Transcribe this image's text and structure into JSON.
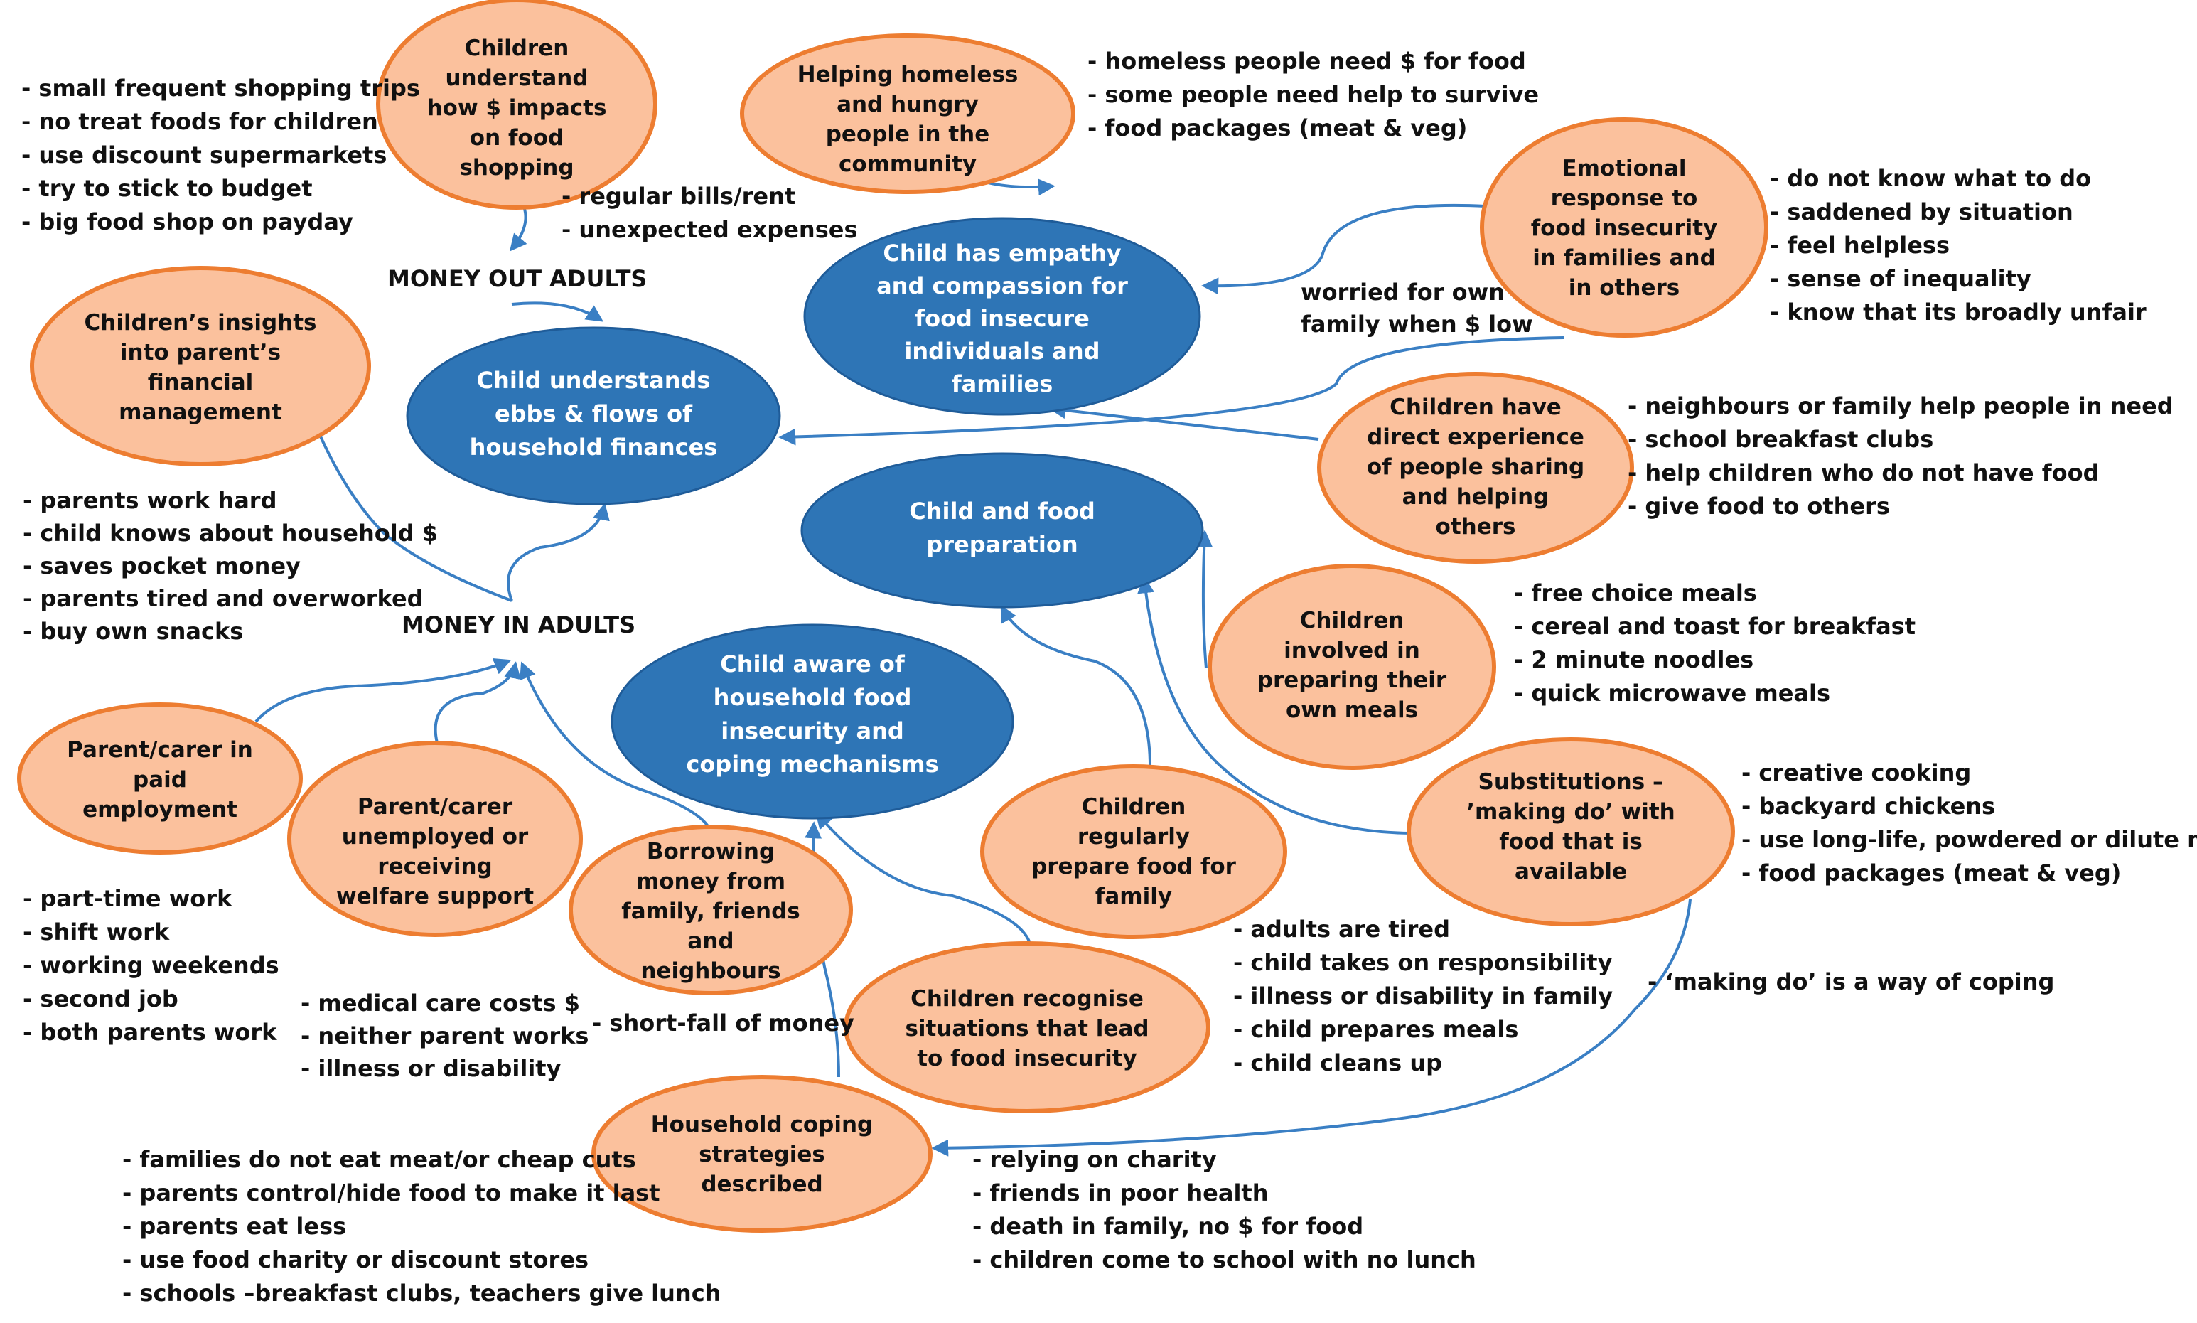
{
  "nodes": {
    "children_understand_money": [
      "Children",
      "understand",
      "how $ impacts",
      "on food",
      "shopping"
    ],
    "helping_homeless": [
      "Helping homeless",
      "and hungry",
      "people in the",
      "community"
    ],
    "emotional_response": [
      "Emotional",
      "response to",
      "food insecurity",
      "in families and",
      "in others"
    ],
    "childrens_insights": [
      "Children’s insights",
      "into parent’s",
      "financial",
      "management"
    ],
    "direct_experience": [
      "Children have",
      "direct experience",
      "of people sharing",
      "and helping",
      "others"
    ],
    "involved_preparing": [
      "Children",
      "involved in",
      "preparing their",
      "own meals"
    ],
    "substitutions": [
      "Substitutions –",
      "’making do’ with",
      "food that is",
      "available"
    ],
    "regularly_prepare": [
      "Children",
      "regularly",
      "prepare food for",
      "family"
    ],
    "parent_paid": [
      "Parent/carer in",
      "paid",
      "employment"
    ],
    "parent_unemployed": [
      "Parent/carer",
      "unemployed or",
      "receiving",
      "welfare support"
    ],
    "borrowing": [
      "Borrowing",
      "money from",
      "family, friends",
      "and",
      "neighbours"
    ],
    "recognise_situations": [
      "Children recognise",
      "situations that lead",
      "to  food insecurity"
    ],
    "household_coping": [
      "Household coping",
      "strategies",
      "described"
    ],
    "empathy": [
      "Child has empathy",
      "and  compassion for",
      "food insecure",
      "individuals and",
      "families"
    ],
    "ebbs_flows": [
      "Child understands",
      "ebbs & flows of",
      "household finances"
    ],
    "food_preparation": [
      "Child and food",
      "preparation"
    ],
    "aware_insecurity": [
      "Child aware of",
      "household food",
      "insecurity and",
      "coping mechanisms"
    ]
  },
  "labels": {
    "money_out": "MONEY OUT ADULTS",
    "money_in": "MONEY IN ADULTS"
  },
  "lists": {
    "shopping": [
      "- small frequent shopping trips",
      "- no treat foods for children",
      "- use discount supermarkets",
      "- try to stick to budget",
      "- big food shop on payday"
    ],
    "bills": [
      "-   regular bills/rent",
      "-   unexpected expenses"
    ],
    "homeless": [
      "- homeless people need $ for food",
      "- some people need help to survive",
      "- food packages (meat & veg)"
    ],
    "emotional": [
      "- do not know what to do",
      "- saddened by situation",
      "- feel helpless",
      "- sense of inequality",
      "- know that its broadly unfair"
    ],
    "worried": [
      "worried for own",
      "family when $ low"
    ],
    "experience": [
      "- neighbours or family help people in need",
      "- school breakfast clubs",
      "- help children who do not have food",
      "- give food to others"
    ],
    "parents": [
      "- parents work hard",
      "- child knows about household $",
      "- saves pocket money",
      "- parents tired and overworked",
      "- buy own snacks"
    ],
    "meals": [
      "- free choice meals",
      "- cereal and toast for breakfast",
      "- 2 minute noodles",
      "- quick microwave meals"
    ],
    "creative": [
      "- creative cooking",
      "- backyard chickens",
      "- use long-life, powdered or dilute milk",
      "- food packages (meat & veg)"
    ],
    "making_do": [
      "- ‘making do’ is a way of coping"
    ],
    "work": [
      "- part-time work",
      "- shift work",
      "- working weekends",
      "- second job",
      "- both parents work"
    ],
    "medical": [
      "- medical care costs $",
      "- neither parent works",
      "- illness or disability"
    ],
    "shortfall": [
      "- short-fall of money"
    ],
    "adults_tired": [
      "- adults are tired",
      "- child takes on responsibility",
      "- illness or disability in family",
      "- child prepares meals",
      "- child cleans up"
    ],
    "families": [
      "- families do not eat meat/or cheap cuts",
      "- parents control/hide food to make it last",
      "- parents eat less",
      "- use food charity or discount stores",
      "- schools –breakfast clubs, teachers give lunch"
    ],
    "charity": [
      "- relying on charity",
      "- friends in poor health",
      "- death in family, no $ for food",
      "- children come to school with no lunch"
    ]
  },
  "colors": {
    "orange_fill": "#FBC19D",
    "orange_border": "#ED7D31",
    "blue_fill": "#2E75B6",
    "arrow": "#3A7FC4"
  }
}
